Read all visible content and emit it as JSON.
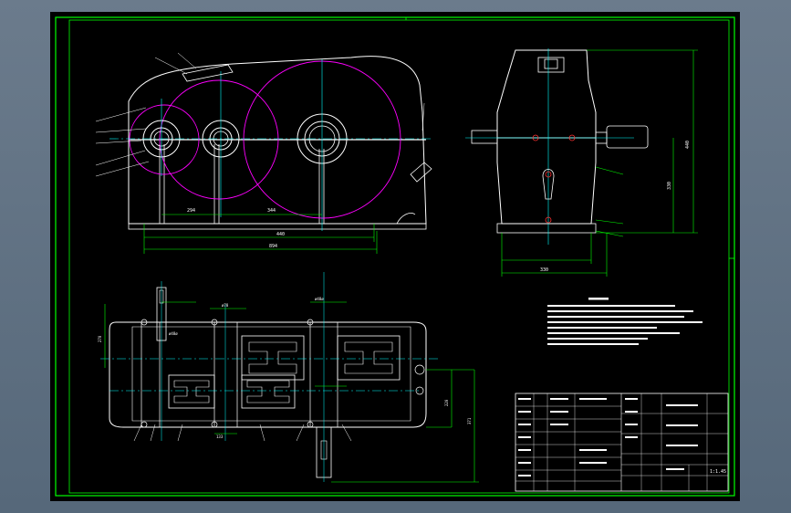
{
  "drawing": {
    "colors": {
      "background": "#000000",
      "frame": "#00ff00",
      "outline": "#ffffff",
      "pitch_circle": "#ff00ff",
      "center_line": "#00ffff",
      "dimension": "#00ff00"
    },
    "front_view": {
      "dims": [
        "294",
        "344",
        "440",
        "894"
      ]
    },
    "side_view": {
      "dims": [
        "440",
        "330",
        "330"
      ]
    },
    "top_view": {
      "dims": [
        "ø48ø",
        "ø78",
        "ø48ø",
        "133",
        "270",
        "220",
        "371"
      ]
    },
    "title_block": {
      "scale_label": "1:1.45"
    }
  }
}
